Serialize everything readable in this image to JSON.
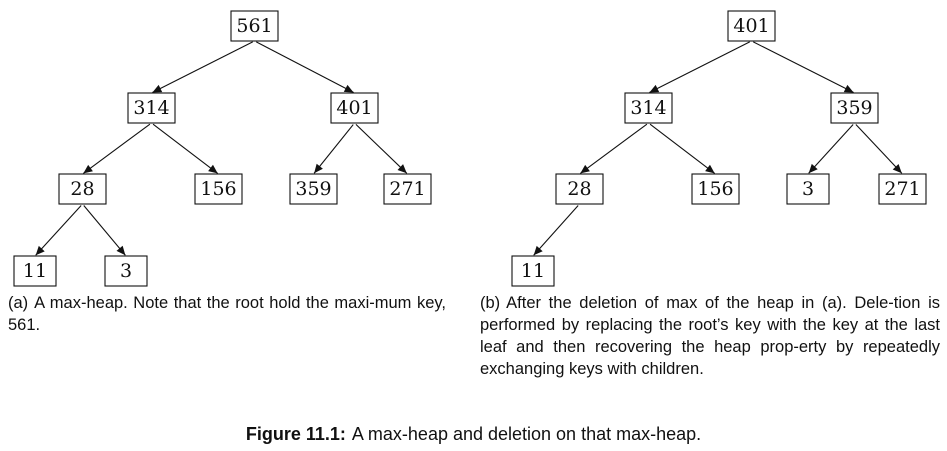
{
  "trees": [
    {
      "id": "a",
      "nodes": [
        {
          "key": "561",
          "children": [
            1,
            2
          ]
        },
        {
          "key": "314",
          "children": [
            3,
            4
          ]
        },
        {
          "key": "401",
          "children": [
            5,
            6
          ]
        },
        {
          "key": "28",
          "children": [
            7,
            8
          ]
        },
        {
          "key": "156",
          "children": []
        },
        {
          "key": "359",
          "children": []
        },
        {
          "key": "271",
          "children": []
        },
        {
          "key": "11",
          "children": []
        },
        {
          "key": "3",
          "children": []
        }
      ]
    },
    {
      "id": "b",
      "nodes": [
        {
          "key": "401",
          "children": [
            1,
            2
          ]
        },
        {
          "key": "314",
          "children": [
            3,
            4
          ]
        },
        {
          "key": "359",
          "children": [
            5,
            6
          ]
        },
        {
          "key": "28",
          "children": [
            7
          ]
        },
        {
          "key": "156",
          "children": []
        },
        {
          "key": "3",
          "children": []
        },
        {
          "key": "271",
          "children": []
        },
        {
          "key": "11",
          "children": []
        }
      ]
    }
  ],
  "captions": {
    "a": {
      "label": "(a)",
      "text": "A max-heap. Note that the root hold the maxi-mum key, 561."
    },
    "b": {
      "label": "(b)",
      "text": "After the deletion of max of the heap in (a). Dele-tion is performed by replacing the root’s key with the key at the last leaf and then recovering the heap prop-erty by repeatedly exchanging keys with children."
    }
  },
  "figure_caption": {
    "number": "Figure 11.1:",
    "text": "A max-heap and deletion on that max-heap."
  }
}
